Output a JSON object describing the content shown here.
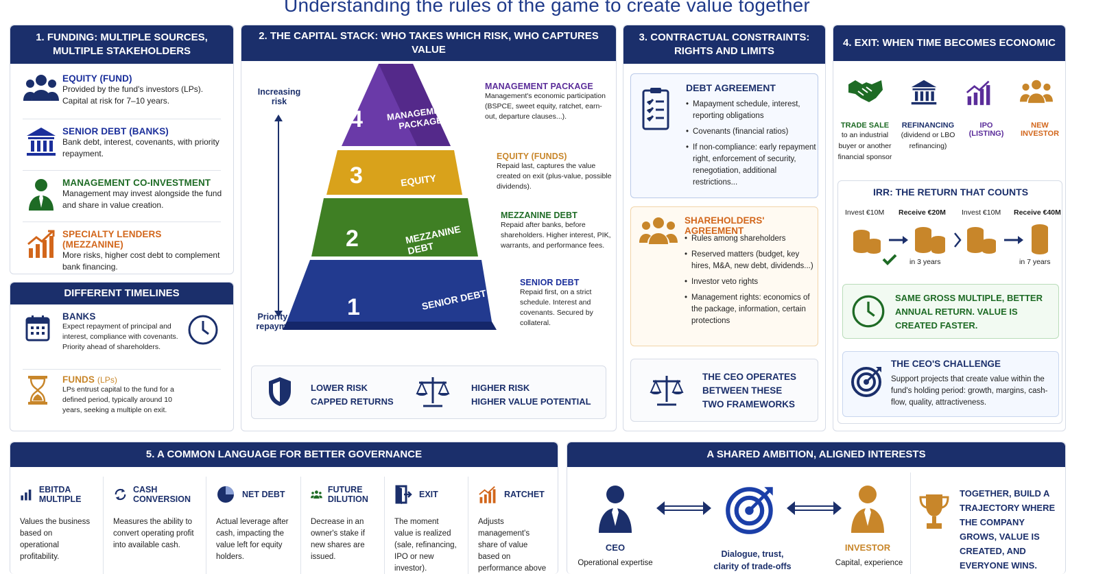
{
  "title": "Understanding the rules of the game to create value together",
  "funding": {
    "header": "1. FUNDING: MULTIPLE SOURCES, MULTIPLE STAKEHOLDERS",
    "items": [
      {
        "title": "EQUITY (FUND)",
        "text": "Provided by the fund's investors (LPs). Capital at risk for 7–10 years.",
        "icon": "people-icon"
      },
      {
        "title": "SENIOR DEBT (BANKS)",
        "text": "Bank debt, interest, covenants, with priority repayment.",
        "icon": "bank-icon"
      },
      {
        "title": "MANAGEMENT CO-INVESTMENT",
        "text": "Management may invest alongside the fund and share in value creation.",
        "icon": "manager-icon"
      },
      {
        "title": "SPECIALTY LENDERS (MEZZANINE)",
        "text": "More risks, higher cost debt to complement bank financing.",
        "icon": "growth-chart-icon"
      }
    ]
  },
  "timelines": {
    "header": "DIFFERENT TIMELINES",
    "banks_title": "BANKS",
    "banks_text": "Expect repayment of principal and interest, compliance with covenants. Priority ahead of shareholders.",
    "funds_title": "FUNDS",
    "funds_title_suffix": "(LPs)",
    "funds_text": "LPs entrust capital to the fund for a defined period, typically around 10 years, seeking a multiple on exit."
  },
  "stack": {
    "header": "2. THE CAPITAL STACK: WHO TAKES WHICH RISK, WHO CAPTURES VALUE",
    "increasing_risk": "Increasing risk",
    "priority": "Priority of repayment",
    "layers": [
      {
        "num": "4",
        "label": "MANAGEMENT PACKAGE",
        "color": "#6a3aa8",
        "title": "MANAGEMENT PACKAGE",
        "text": "Management's economic participation (BSPCE, sweet equity, ratchet, earn-out, departure clauses...)."
      },
      {
        "num": "3",
        "label": "EQUITY",
        "color": "#d9a21b",
        "title": "EQUITY (FUNDS)",
        "text": "Repaid last, captures the value created on exit (plus-value, possible dividends)."
      },
      {
        "num": "2",
        "label": "MEZZANINE DEBT",
        "color": "#3f7f24",
        "title": "MEZZANINE DEBT",
        "text": "Repaid after banks, before shareholders. Higher interest, PIK, warrants, and performance fees."
      },
      {
        "num": "1",
        "label": "SENIOR DEBT",
        "color": "#223a8f",
        "title": "SENIOR DEBT",
        "text": "Repaid first, on a strict schedule. Interest and covenants. Secured by collateral."
      }
    ],
    "lower_risk": "LOWER RISK",
    "capped_returns": "CAPPED RETURNS",
    "higher_risk": "HIGHER RISK",
    "higher_value": "HIGHER VALUE POTENTIAL"
  },
  "contract": {
    "header": "3. CONTRACTUAL CONSTRAINTS: RIGHTS AND LIMITS",
    "debt_title": "DEBT AGREEMENT",
    "debt_items": [
      "Mapayment schedule, interest, reporting obligations",
      "Covenants (financial ratios)",
      "If non-compliance: early repayment right, enforcement of security, renegotiation, additional restrictions..."
    ],
    "sha_title": "SHAREHOLDERS' AGREEMENT",
    "sha_items": [
      "Rules among shareholders",
      "Reserved matters (budget, key hires, M&A, new debt, dividends...)",
      "Investor veto rights",
      "Management rights: economics of the package, information, certain protections"
    ],
    "ceo_text": "THE CEO OPERATES BETWEEN THESE TWO FRAMEWORKS"
  },
  "exit": {
    "header": "4. EXIT: WHEN TIME BECOMES ECONOMIC",
    "options": [
      {
        "title": "TRADE SALE",
        "text": "to an industrial buyer or another financial sponsor"
      },
      {
        "title": "REFINANCING",
        "text": "(dividend or LBO refinancing)"
      },
      {
        "title": "IPO",
        "text": "(LISTING)"
      },
      {
        "title": "NEW",
        "text": "INVESTOR"
      }
    ],
    "irr_title": "IRR: THE RETURN THAT COUNTS",
    "invest1": "Invest €10M",
    "receive1": "Receive €20M",
    "years1": "in 3 years",
    "invest2": "Invest €10M",
    "receive2": "Receive €40M",
    "years2": "in 7 years",
    "same_multiple": "SAME GROSS MULTIPLE, BETTER ANNUAL RETURN. VALUE IS CREATED FASTER.",
    "challenge_title": "THE CEO'S CHALLENGE",
    "challenge_text": "Support projects that create value within the fund's holding period: growth, margins, cash-flow, quality, attractiveness."
  },
  "language": {
    "header": "5. A COMMON LANGUAGE FOR BETTER GOVERNANCE",
    "terms": [
      {
        "title": "EBITDA MULTIPLE",
        "text": "Values the business based on operational profitability.",
        "icon": "bar-chart-icon"
      },
      {
        "title": "CASH CONVERSION",
        "text": "Measures the ability to convert operating profit into available cash.",
        "icon": "refresh-icon"
      },
      {
        "title": "NET DEBT",
        "text": "Actual leverage after cash, impacting the value left for equity holders.",
        "icon": "pie-chart-icon"
      },
      {
        "title": "FUTURE DILUTION",
        "text": "Decrease in an owner's stake if new shares are issued.",
        "icon": "people-icon"
      },
      {
        "title": "EXIT",
        "text": "The moment value is realized (sale, refinancing, IPO or new investor).",
        "icon": "exit-door-icon"
      },
      {
        "title": "RATCHET",
        "text": "Adjusts management's share of value based on performance above predefined",
        "icon": "growth-chart-icon"
      }
    ]
  },
  "ambition": {
    "header": "A SHARED AMBITION, ALIGNED INTERESTS",
    "ceo": "CEO",
    "ceo_sub": "Operational expertise",
    "center": "Dialogue, trust,",
    "center_sub": "clarity of trade-offs",
    "investor": "INVESTOR",
    "investor_sub": "Capital, experience",
    "together": "TOGETHER, BUILD A TRAJECTORY WHERE THE COMPANY GROWS, VALUE IS CREATED, AND EVERYONE WINS."
  }
}
